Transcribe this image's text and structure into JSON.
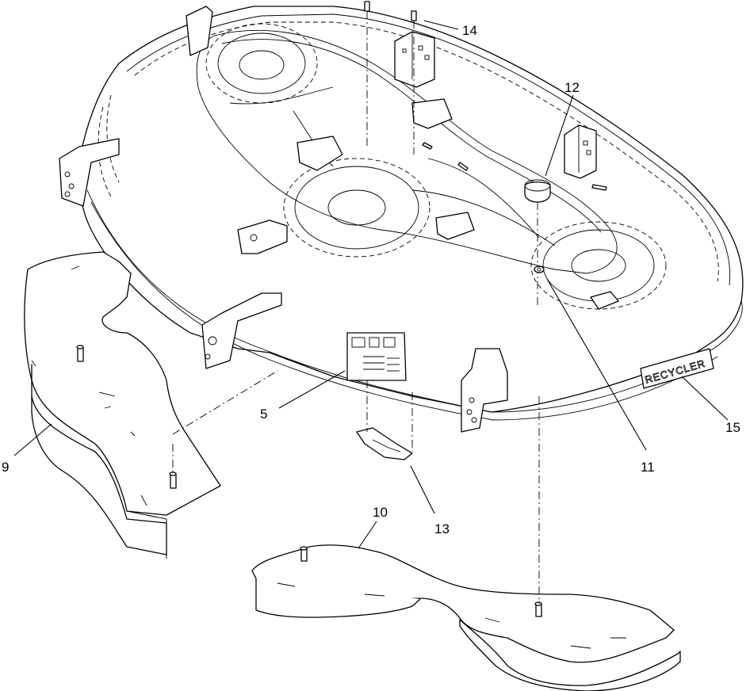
{
  "callouts": [
    {
      "id": "5",
      "label": "5"
    },
    {
      "id": "9",
      "label": "9"
    },
    {
      "id": "10",
      "label": "10"
    },
    {
      "id": "11",
      "label": "11"
    },
    {
      "id": "12",
      "label": "12"
    },
    {
      "id": "13",
      "label": "13"
    },
    {
      "id": "14",
      "label": "14"
    },
    {
      "id": "15",
      "label": "15"
    }
  ],
  "decal": {
    "text": "RECYCLER"
  }
}
